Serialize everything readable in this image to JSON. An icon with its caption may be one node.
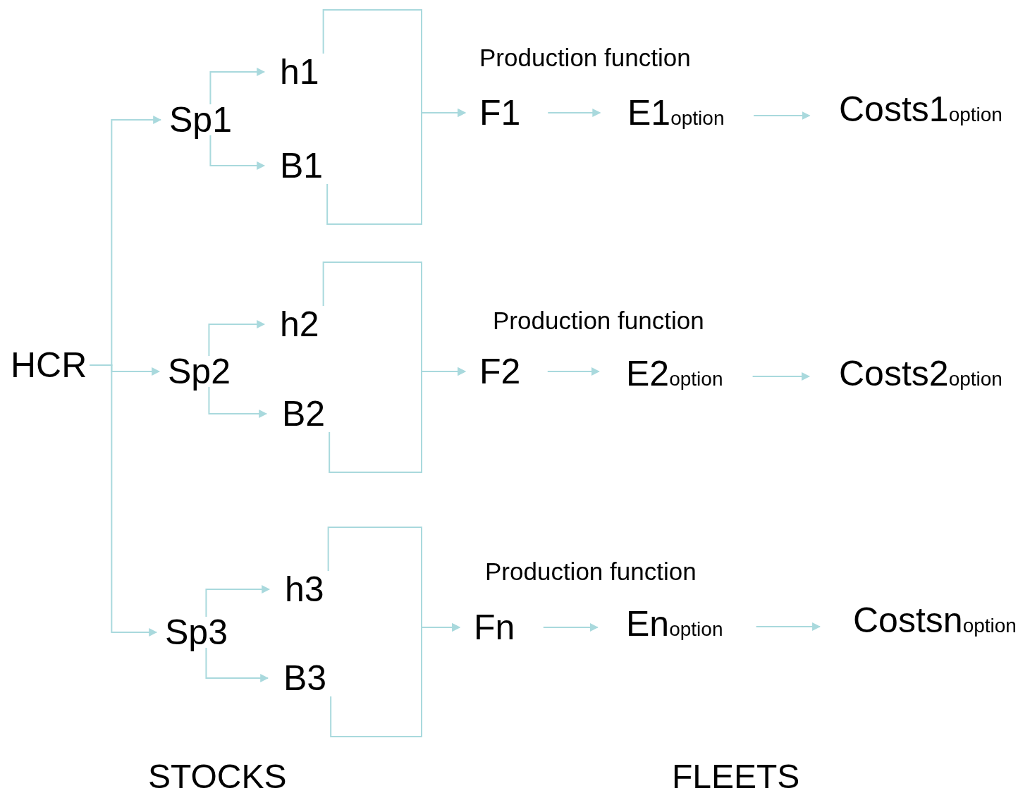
{
  "diagram": {
    "nodes": [
      {
        "text": [
          "HCR"
        ]
      },
      {
        "text": [
          "Sp1"
        ]
      },
      {
        "text": [
          "h1"
        ]
      },
      {
        "text": [
          "B1"
        ]
      },
      {
        "text": [
          "F1"
        ]
      },
      {
        "text": [
          "E1$_{option}$"
        ]
      },
      {
        "text": [
          "Costs1$_{option}$"
        ]
      },
      {
        "text": [
          "Sp2"
        ]
      },
      {
        "text": [
          "h2"
        ]
      },
      {
        "text": [
          "B2"
        ]
      },
      {
        "text": [
          "F2"
        ]
      },
      {
        "text": [
          "E2$_{option}$"
        ]
      },
      {
        "text": [
          "Costs2$_{option}$"
        ]
      },
      {
        "text": [
          "Sp3"
        ]
      },
      {
        "text": [
          "h3"
        ]
      },
      {
        "text": [
          "B3"
        ]
      },
      {
        "text": [
          "Fn"
        ]
      },
      {
        "text": [
          "En$_{option}$"
        ]
      },
      {
        "text": [
          "Costsn$_{option}$"
        ]
      }
    ],
    "edges": [
      {
        "from": 0,
        "to": 1,
        "arrow": "to"
      },
      {
        "from": 0,
        "to": 7,
        "arrow": "to"
      },
      {
        "from": 0,
        "to": 13,
        "arrow": "to"
      },
      {
        "from": 1,
        "to": 2,
        "arrow": "to"
      },
      {
        "from": 1,
        "to": 3,
        "arrow": "to"
      },
      {
        "from": 2,
        "to": 4,
        "arrow": "to"
      },
      {
        "from": 3,
        "to": 4,
        "arrow": "to"
      },
      {
        "from": 4,
        "to": 5,
        "arrow": "to"
      },
      {
        "from": 5,
        "to": 6,
        "arrow": "to"
      },
      {
        "from": 7,
        "to": 8,
        "arrow": "to"
      },
      {
        "from": 7,
        "to": 9,
        "arrow": "to"
      },
      {
        "from": 8,
        "to": 10,
        "arrow": "to"
      },
      {
        "from": 9,
        "to": 10,
        "arrow": "to"
      },
      {
        "from": 10,
        "to": 11,
        "arrow": "to"
      },
      {
        "from": 11,
        "to": 12,
        "arrow": "to"
      },
      {
        "from": 13,
        "to": 14,
        "arrow": "to"
      },
      {
        "from": 13,
        "to": 15,
        "arrow": "to"
      },
      {
        "from": 14,
        "to": 16,
        "arrow": "to"
      },
      {
        "from": 15,
        "to": 16,
        "arrow": "to"
      },
      {
        "from": 16,
        "to": 17,
        "arrow": "to"
      },
      {
        "from": 17,
        "to": 18,
        "arrow": "to"
      }
    ],
    "labels": [
      "Production function",
      "Production function",
      "Production function",
      "STOCKS",
      "FLEETS"
    ]
  }
}
